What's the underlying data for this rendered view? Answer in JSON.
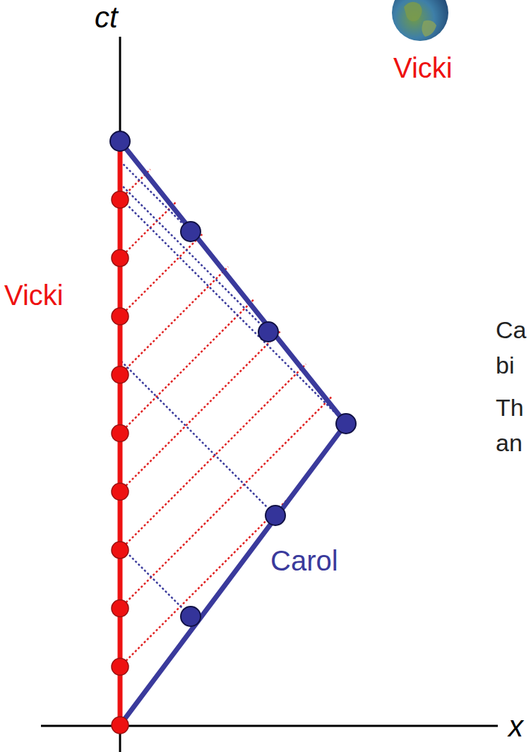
{
  "diagram": {
    "labels": [
      "ct",
      "Vicki",
      "Vicki",
      "Carol",
      "x",
      "Ca",
      "bi",
      "Th",
      "an"
    ]
  }
}
